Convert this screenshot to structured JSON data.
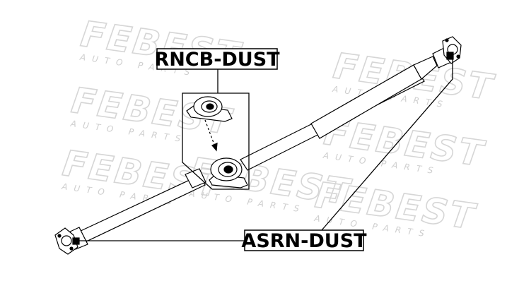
{
  "watermark": {
    "brand": "FEBEST",
    "subtitle": "AUTO PARTS"
  },
  "callouts": {
    "center_bearing": "RNCB-DUST",
    "flange_boot": "ASRN-DUST"
  },
  "colors": {
    "line": "#000000",
    "watermark": "#d6d6d6",
    "background": "#ffffff"
  }
}
